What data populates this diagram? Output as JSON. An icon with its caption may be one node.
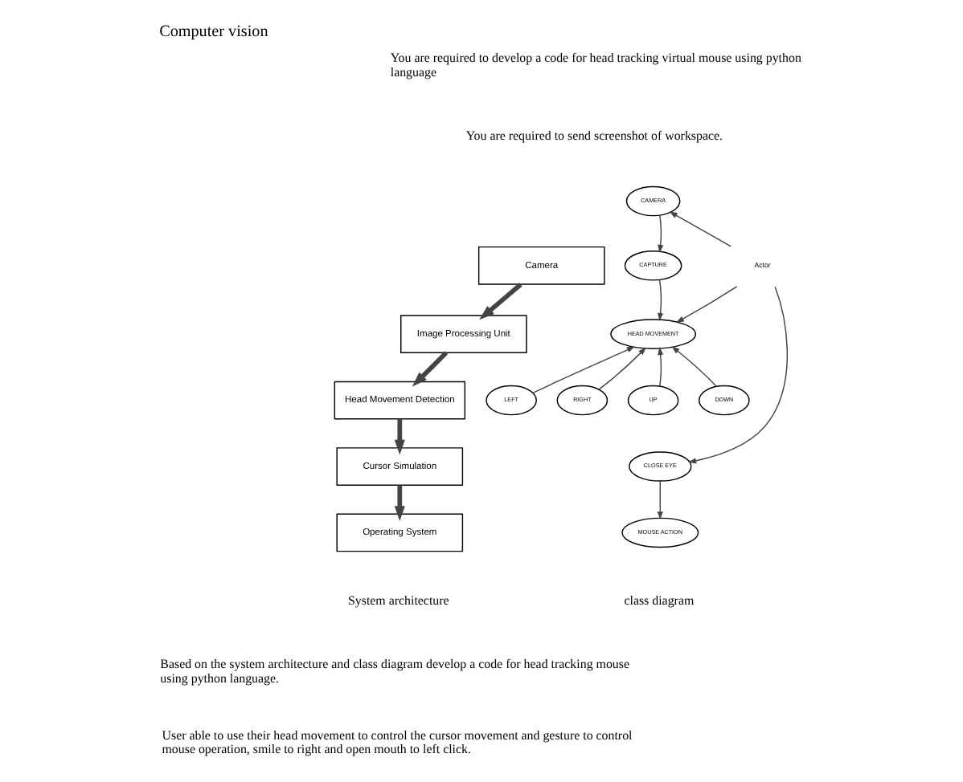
{
  "diagram": {
    "title": "Computer vision",
    "nodes": [
      {
        "text": [
          "Camera"
        ]
      },
      {
        "text": [
          "Image Processing Unit"
        ]
      },
      {
        "text": [
          "Head Movement Detection"
        ]
      },
      {
        "text": [
          "Cursor Simulation"
        ]
      },
      {
        "text": [
          "Operating System"
        ]
      },
      {
        "text": [
          "Actor"
        ]
      },
      {
        "text": [
          "CAMERA"
        ]
      },
      {
        "text": [
          "CAPTURE"
        ]
      },
      {
        "text": [
          "HEAD MOVEMENT"
        ]
      },
      {
        "text": [
          "LEFT"
        ]
      },
      {
        "text": [
          "RIGHT"
        ]
      },
      {
        "text": [
          "UP"
        ]
      },
      {
        "text": [
          "DOWN"
        ]
      },
      {
        "text": [
          "CLOSE EYE"
        ]
      },
      {
        "text": [
          "MOUSE ACTION"
        ]
      }
    ],
    "edges": [
      {
        "from": 0,
        "to": 1,
        "arrow": "to",
        "style": "thick"
      },
      {
        "from": 1,
        "to": 2,
        "arrow": "to",
        "style": "thick"
      },
      {
        "from": 2,
        "to": 3,
        "arrow": "to",
        "style": "thick"
      },
      {
        "from": 3,
        "to": 4,
        "arrow": "to",
        "style": "thick"
      },
      {
        "from": 5,
        "to": 6,
        "arrow": "to"
      },
      {
        "from": 5,
        "to": 8,
        "arrow": "to"
      },
      {
        "from": 5,
        "to": 13,
        "arrow": "to"
      },
      {
        "from": 6,
        "to": 7,
        "arrow": "to"
      },
      {
        "from": 7,
        "to": 8,
        "arrow": "to"
      },
      {
        "from": 9,
        "to": 8,
        "arrow": "to"
      },
      {
        "from": 10,
        "to": 8,
        "arrow": "to"
      },
      {
        "from": 11,
        "to": 8,
        "arrow": "to"
      },
      {
        "from": 12,
        "to": 8,
        "arrow": "to"
      },
      {
        "from": 13,
        "to": 14,
        "arrow": "to"
      }
    ],
    "labels": [
      "You are required to develop a code for head tracking virtual mouse using python language",
      "You are required to send screenshot of workspace.",
      "System architecture",
      "class diagram",
      "Based on the system architecture and class diagram develop a code for head tracking mouse using python language.",
      "User able to use their head movement to control the cursor movement and gesture to control mouse operation, smile to right and open mouth to left click."
    ]
  }
}
